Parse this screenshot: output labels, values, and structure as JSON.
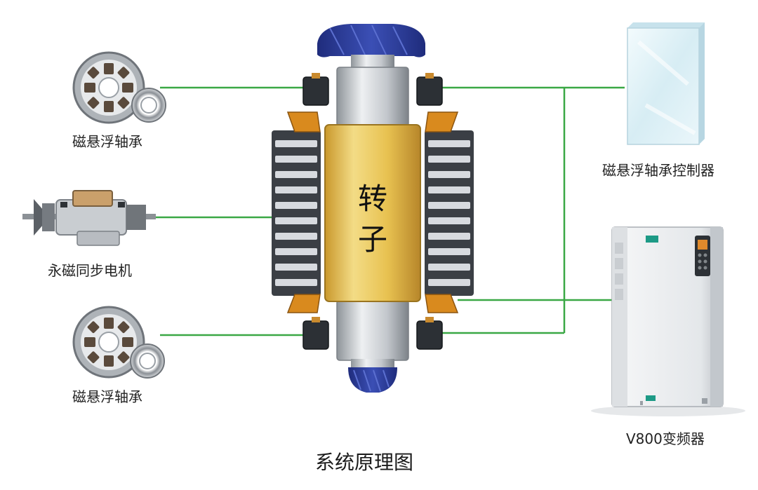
{
  "labels": {
    "bearing_top": "磁悬浮轴承",
    "motor": "永磁同步电机",
    "bearing_bottom": "磁悬浮轴承",
    "controller": "磁悬浮轴承控制器",
    "inverter": "V800变频器",
    "rotor_line1": "转",
    "rotor_line2": "子",
    "caption": "系统原理图"
  },
  "colors": {
    "wire": "#3aa845",
    "rotor": "#e8c251",
    "shaft": "#c9cdd1",
    "impeller": "#2b3a9a",
    "stator_dark": "#3b3f45",
    "stator_light": "#d7dadf",
    "pole_orange": "#d98a1e",
    "controller": "#dff0f6",
    "inverter": "#eceef0"
  }
}
